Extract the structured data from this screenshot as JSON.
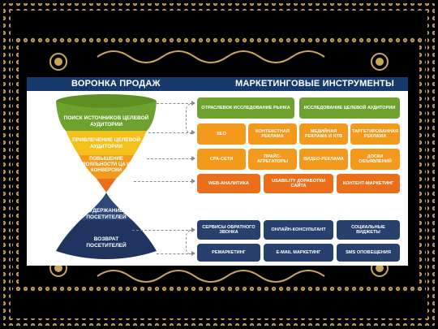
{
  "headers": {
    "left": "ВОРОНКА ПРОДАЖ",
    "right": "МАРКЕТИНГОВЫЕ ИНСТРУМЕНТЫ"
  },
  "funnel": {
    "stage1": "ПОИСК ИСТОЧНИКОВ ЦЕЛЕВОЙ АУДИТОРИИ",
    "stage2": "ПРИВЛЕЧЕНИЕ ЦЕЛЕВОЙ АУДИТОРИИ",
    "stage3": "ПОВЫШЕНИЕ ЛОЯЛЬНОСТИ ЦА И КОНВЕРСИИ",
    "stage4": "УДЕРЖАНИЕ ПОСЕТИТЕЛЕЙ",
    "stage5": "ВОЗВРАТ ПОСЕТИТЕЛЕЙ"
  },
  "tools": {
    "r1": [
      "ОТРАСЛЕВОК ИССЛЕДОВАНИЕ РЫНКА",
      "ИССЛЕДОВАНИЕ ЦЕЛЕВОЙ АУДИТОРИИ"
    ],
    "r2": [
      "SEO",
      "КОНТЕКСТНАЯ РЕКЛАМА",
      "МЕДИЙНАЯ РЕКЛАМА И RTB",
      "ТАРГЕТИРОВАННАЯ РЕКЛАМА"
    ],
    "r3": [
      "CPA-СЕТИ",
      "ПРАЙС-АГРЕГАТОРЫ",
      "ВИДЕО-РЕКЛАМА",
      "ДОСКИ ОБЪЯВЛЕНИЙ"
    ],
    "r4": [
      "WEB-АНАЛИТИКА",
      "USABILITY ДОРАБОТКИ САЙТА",
      "КОНТЕНТ-МАРКЕТИНГ"
    ],
    "r5": [
      "СЕРВИСЫ ОБРАТНОГО ЗВОНКА",
      "ОНЛАЙН-КОНСУЛЬТАНТ",
      "СОЦИАЛЬНЫЕ ВИДЖЕТЫ"
    ],
    "r6": [
      "РЕМАРКЕТИНГ",
      "E-MAIL МАРКЕТИНГ",
      "SMS ОПОВЕЩЕНИЯ"
    ]
  },
  "colors": {
    "background": "#000000",
    "frame_gold": "#c9a65a",
    "header": "#163a6b",
    "green": "#6ea22e",
    "yellow": "#f4c11c",
    "orange": "#f39a1d",
    "dark_orange": "#eb6e1a",
    "navy": "#27406e"
  }
}
